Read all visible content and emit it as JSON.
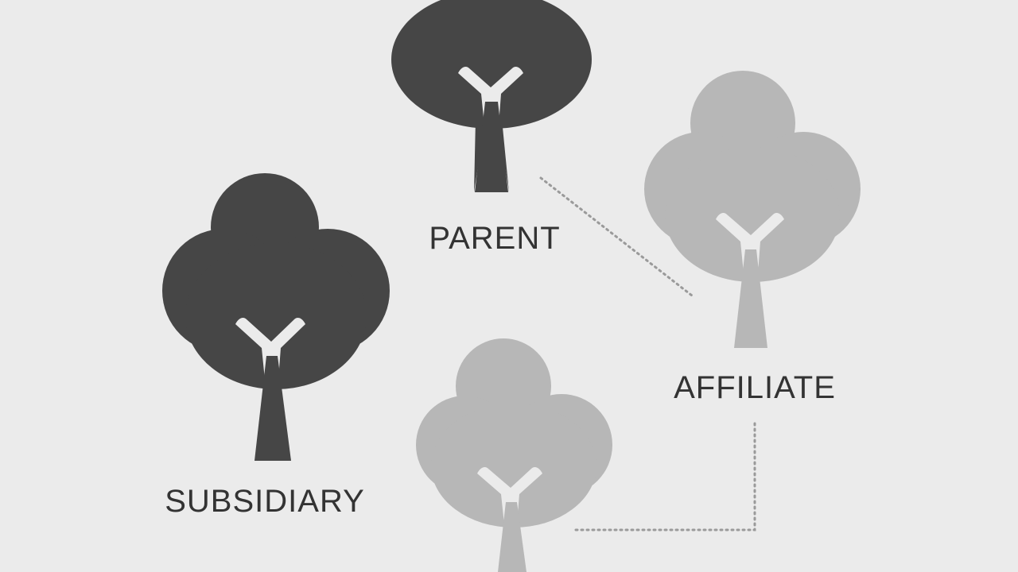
{
  "colors": {
    "background": "#ebebeb",
    "dark_tree": "#464646",
    "light_tree": "#b7b7b7",
    "trunk_gap": "#ebebeb",
    "label_text": "#333333",
    "connector": "#9a9a9a"
  },
  "labels": {
    "parent": "PARENT",
    "affiliate": "AFFILIATE",
    "subsidiary": "SUBSIDIARY"
  },
  "nodes": [
    {
      "role": "parent",
      "shape": "round-tree-icon",
      "tone": "dark"
    },
    {
      "role": "affiliate",
      "shape": "cloud-tree-icon",
      "tone": "light"
    },
    {
      "role": "subsidiary",
      "shape": "cloud-tree-icon",
      "tone": "dark"
    },
    {
      "role": "unlabeled",
      "shape": "cloud-tree-icon",
      "tone": "light"
    }
  ],
  "connectors": [
    {
      "from": "parent",
      "to": "affiliate",
      "style": "dotted"
    },
    {
      "from": "affiliate",
      "to": "unlabeled",
      "style": "dotted-elbow"
    }
  ]
}
